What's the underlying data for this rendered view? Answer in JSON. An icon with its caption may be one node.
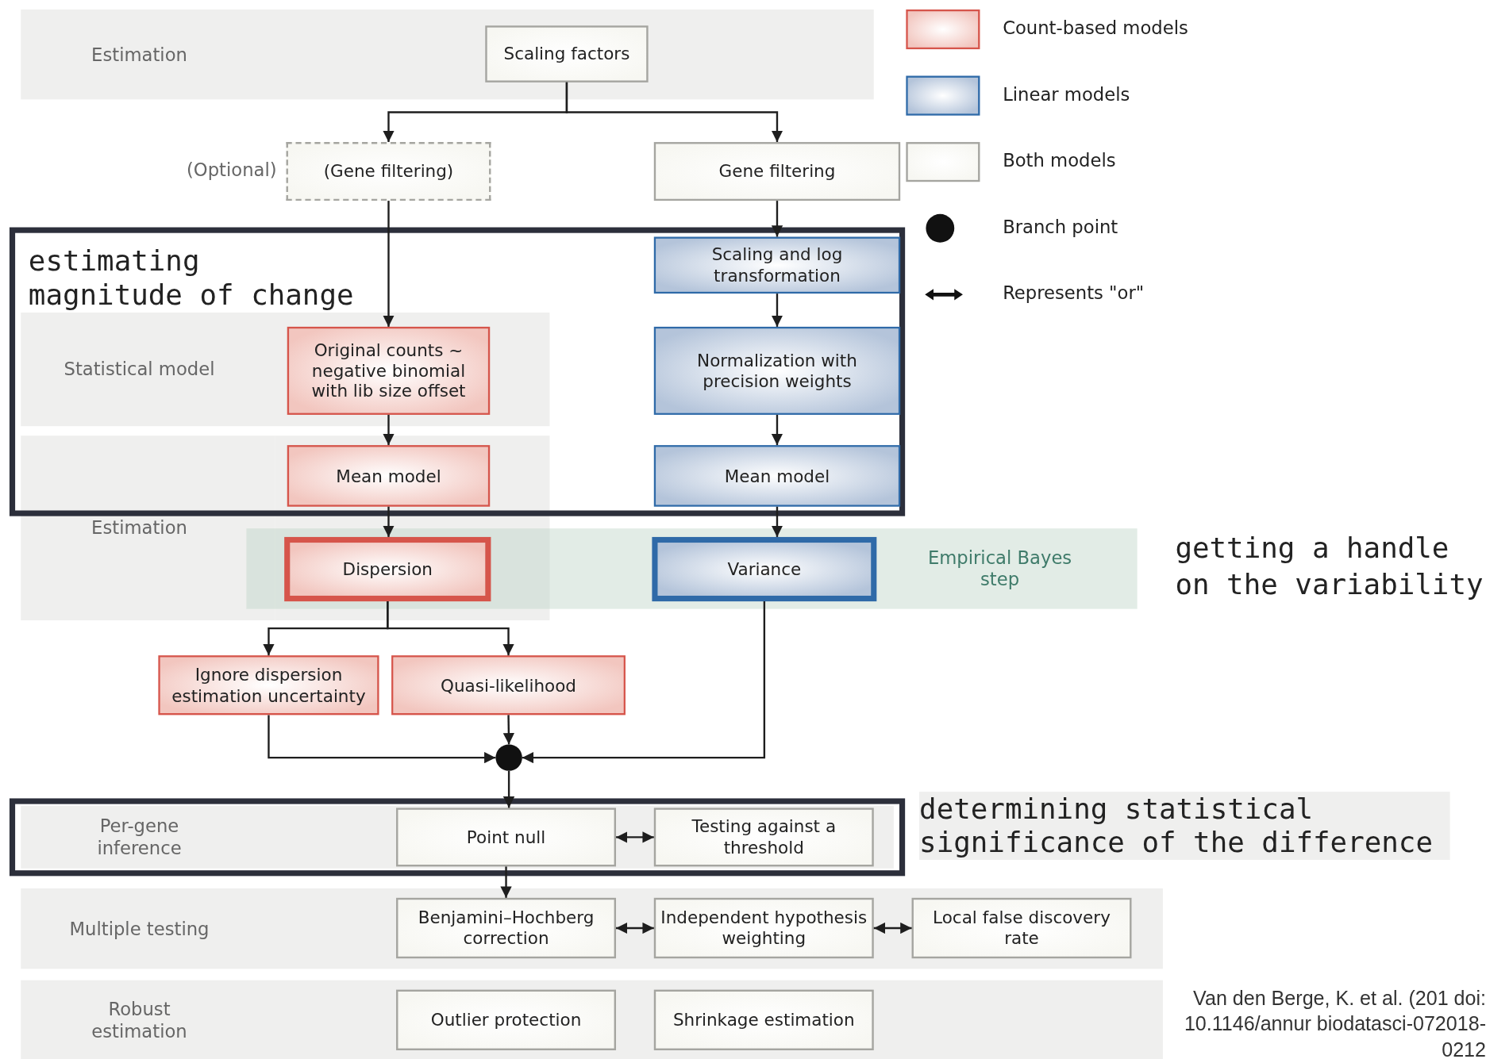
{
  "diagram": {
    "nodes": [
      {
        "text": [
          "Estimation"
        ]
      },
      {
        "text": [
          "Scaling factors"
        ],
        "in": 0
      },
      {
        "text": [
          "(Gene filtering)"
        ],
        "beside": [
          "(Optional)"
        ]
      },
      {
        "text": [
          "Gene filtering"
        ]
      },
      {
        "text": [
          "estimating magnitude of change"
        ]
      },
      {
        "text": [
          "Scaling and log transformation"
        ],
        "in": 4
      },
      {
        "text": [
          "Statistical model"
        ],
        "in": 4
      },
      {
        "text": [
          "Original counts ~ negative binomial with lib size offset"
        ],
        "in": 6
      },
      {
        "text": [
          "Normalization with precision weights"
        ],
        "in": 4
      },
      {
        "text": [
          "Estimation"
        ]
      },
      {
        "text": [
          "Mean model"
        ],
        "in": 4
      },
      {
        "text": [
          "Mean model"
        ],
        "in": 4
      },
      {
        "text": [
          "Empirical Bayes step"
        ]
      },
      {
        "text": [
          "Dispersion"
        ],
        "in": 12
      },
      {
        "text": [
          "Variance"
        ],
        "in": 12
      },
      {
        "text": [
          "Ignore dispersion estimation uncertainty"
        ]
      },
      {
        "text": [
          "Quasi-likelihood"
        ]
      },
      {
        "text": [],
        "shape": "circle"
      },
      {
        "text": [
          "determining statistical significance of the difference"
        ]
      },
      {
        "text": [
          "Per-gene inference"
        ],
        "in": 18
      },
      {
        "text": [
          "Point null"
        ],
        "in": 19
      },
      {
        "text": [
          "Testing against a threshold"
        ],
        "in": 19
      },
      {
        "text": [
          "Multiple testing"
        ]
      },
      {
        "text": [
          "Benjamini–Hochberg correction"
        ],
        "in": 22
      },
      {
        "text": [
          "Independent hypothesis weighting"
        ],
        "in": 22
      },
      {
        "text": [
          "Local false discovery rate"
        ],
        "in": 22
      },
      {
        "text": [
          "Robust estimation"
        ]
      },
      {
        "text": [
          "Outlier protection"
        ],
        "in": 26
      },
      {
        "text": [
          "Shrinkage estimation"
        ],
        "in": 26
      }
    ],
    "edges": [
      {
        "from": 1,
        "to": 2,
        "arrow": "to"
      },
      {
        "from": 1,
        "to": 3,
        "arrow": "to"
      },
      {
        "from": 2,
        "to": 7,
        "arrow": "to"
      },
      {
        "from": 3,
        "to": 5,
        "arrow": "to"
      },
      {
        "from": 5,
        "to": 8,
        "arrow": "to"
      },
      {
        "from": 7,
        "to": 10,
        "arrow": "to"
      },
      {
        "from": 8,
        "to": 11,
        "arrow": "to"
      },
      {
        "from": 10,
        "to": 13,
        "arrow": "to"
      },
      {
        "from": 11,
        "to": 14,
        "arrow": "to"
      },
      {
        "from": 13,
        "to": 15,
        "arrow": "to"
      },
      {
        "from": 13,
        "to": 16,
        "arrow": "to"
      },
      {
        "from": 15,
        "to": 17,
        "arrow": "to"
      },
      {
        "from": 16,
        "to": 17,
        "arrow": "to"
      },
      {
        "from": 14,
        "to": 17,
        "arrow": "to"
      },
      {
        "from": 17,
        "to": 20,
        "arrow": "to"
      },
      {
        "from": 20,
        "to": 21,
        "arrow": "both"
      },
      {
        "from": 20,
        "to": 23,
        "arrow": "to"
      },
      {
        "from": 23,
        "to": 24,
        "arrow": "both"
      },
      {
        "from": 24,
        "to": 25,
        "arrow": "both"
      }
    ],
    "labels": [
      "getting a handle on the variability",
      "Van den Berge, K. et al. (201 doi: 10.1146/annur biodatasci-072018-0212"
    ],
    "legend": [
      {
        "text": "Count-based models",
        "color": "#f2c6bf"
      },
      {
        "text": "Linear models",
        "color": "#b4c4da"
      },
      {
        "text": "Both models",
        "color": "#f7f7f2"
      },
      {
        "text": "Branch point"
      },
      {
        "text": "Represents \"or\""
      }
    ]
  }
}
